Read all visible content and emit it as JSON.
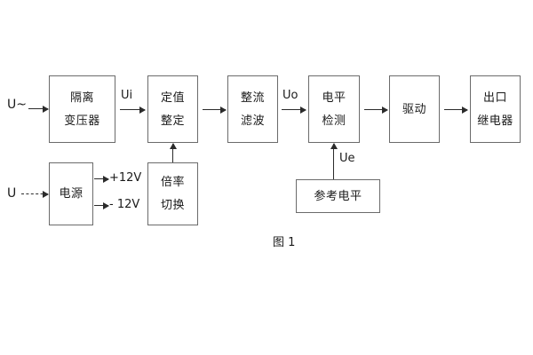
{
  "figure": {
    "caption": "图 1",
    "line_color": "#6b6b6b",
    "arrow_color": "#2b2b2b",
    "text_color": "#1a1a1a",
    "background": "#ffffff"
  },
  "blocks": {
    "isolation_transformer": {
      "line1": "隔离",
      "line2": "变压器"
    },
    "setting_value": {
      "line1": "定值",
      "line2": "整定"
    },
    "rectify_filter": {
      "line1": "整流",
      "line2": "滤波"
    },
    "level_detect": {
      "line1": "电平",
      "line2": "检测"
    },
    "drive": {
      "line1": "驱动"
    },
    "output_relay": {
      "line1": "出口",
      "line2": "继电器"
    },
    "power_supply": {
      "line1": "电源"
    },
    "multiplier_switch": {
      "line1": "倍率",
      "line2": "切换"
    },
    "reference_level": {
      "line1": "参考电平"
    }
  },
  "signals": {
    "ac_input": "U~",
    "dc_input": "U",
    "ui": "Ui",
    "uo": "Uo",
    "ue": "Ue",
    "rail_positive": "+12V",
    "rail_negative": "- 12V"
  }
}
